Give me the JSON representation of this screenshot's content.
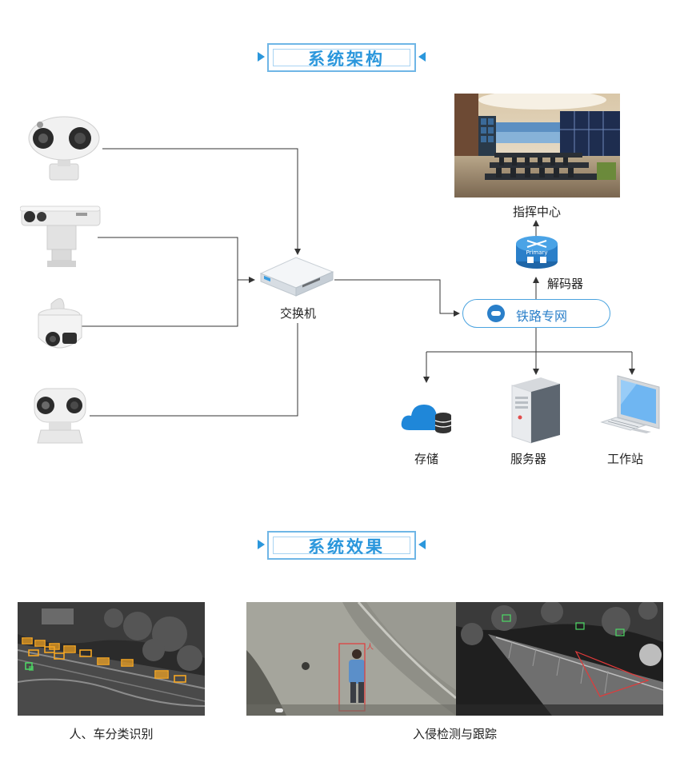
{
  "sections": {
    "architecture_title": "系统架构",
    "effects_title": "系统效果"
  },
  "nodes": {
    "switch": "交换机",
    "railway_network": "铁路专网",
    "decoder": "解码器",
    "command_center": "指挥中心",
    "storage": "存储",
    "server": "服务器",
    "workstation": "工作站"
  },
  "decoder_badge": "Primary",
  "effects": {
    "left_caption": "人、车分类识别",
    "right_caption": "入侵检测与跟踪",
    "person_tag": "人"
  },
  "colors": {
    "accent": "#2b97dc",
    "network": "#2a7fc9",
    "line": "#333333"
  }
}
